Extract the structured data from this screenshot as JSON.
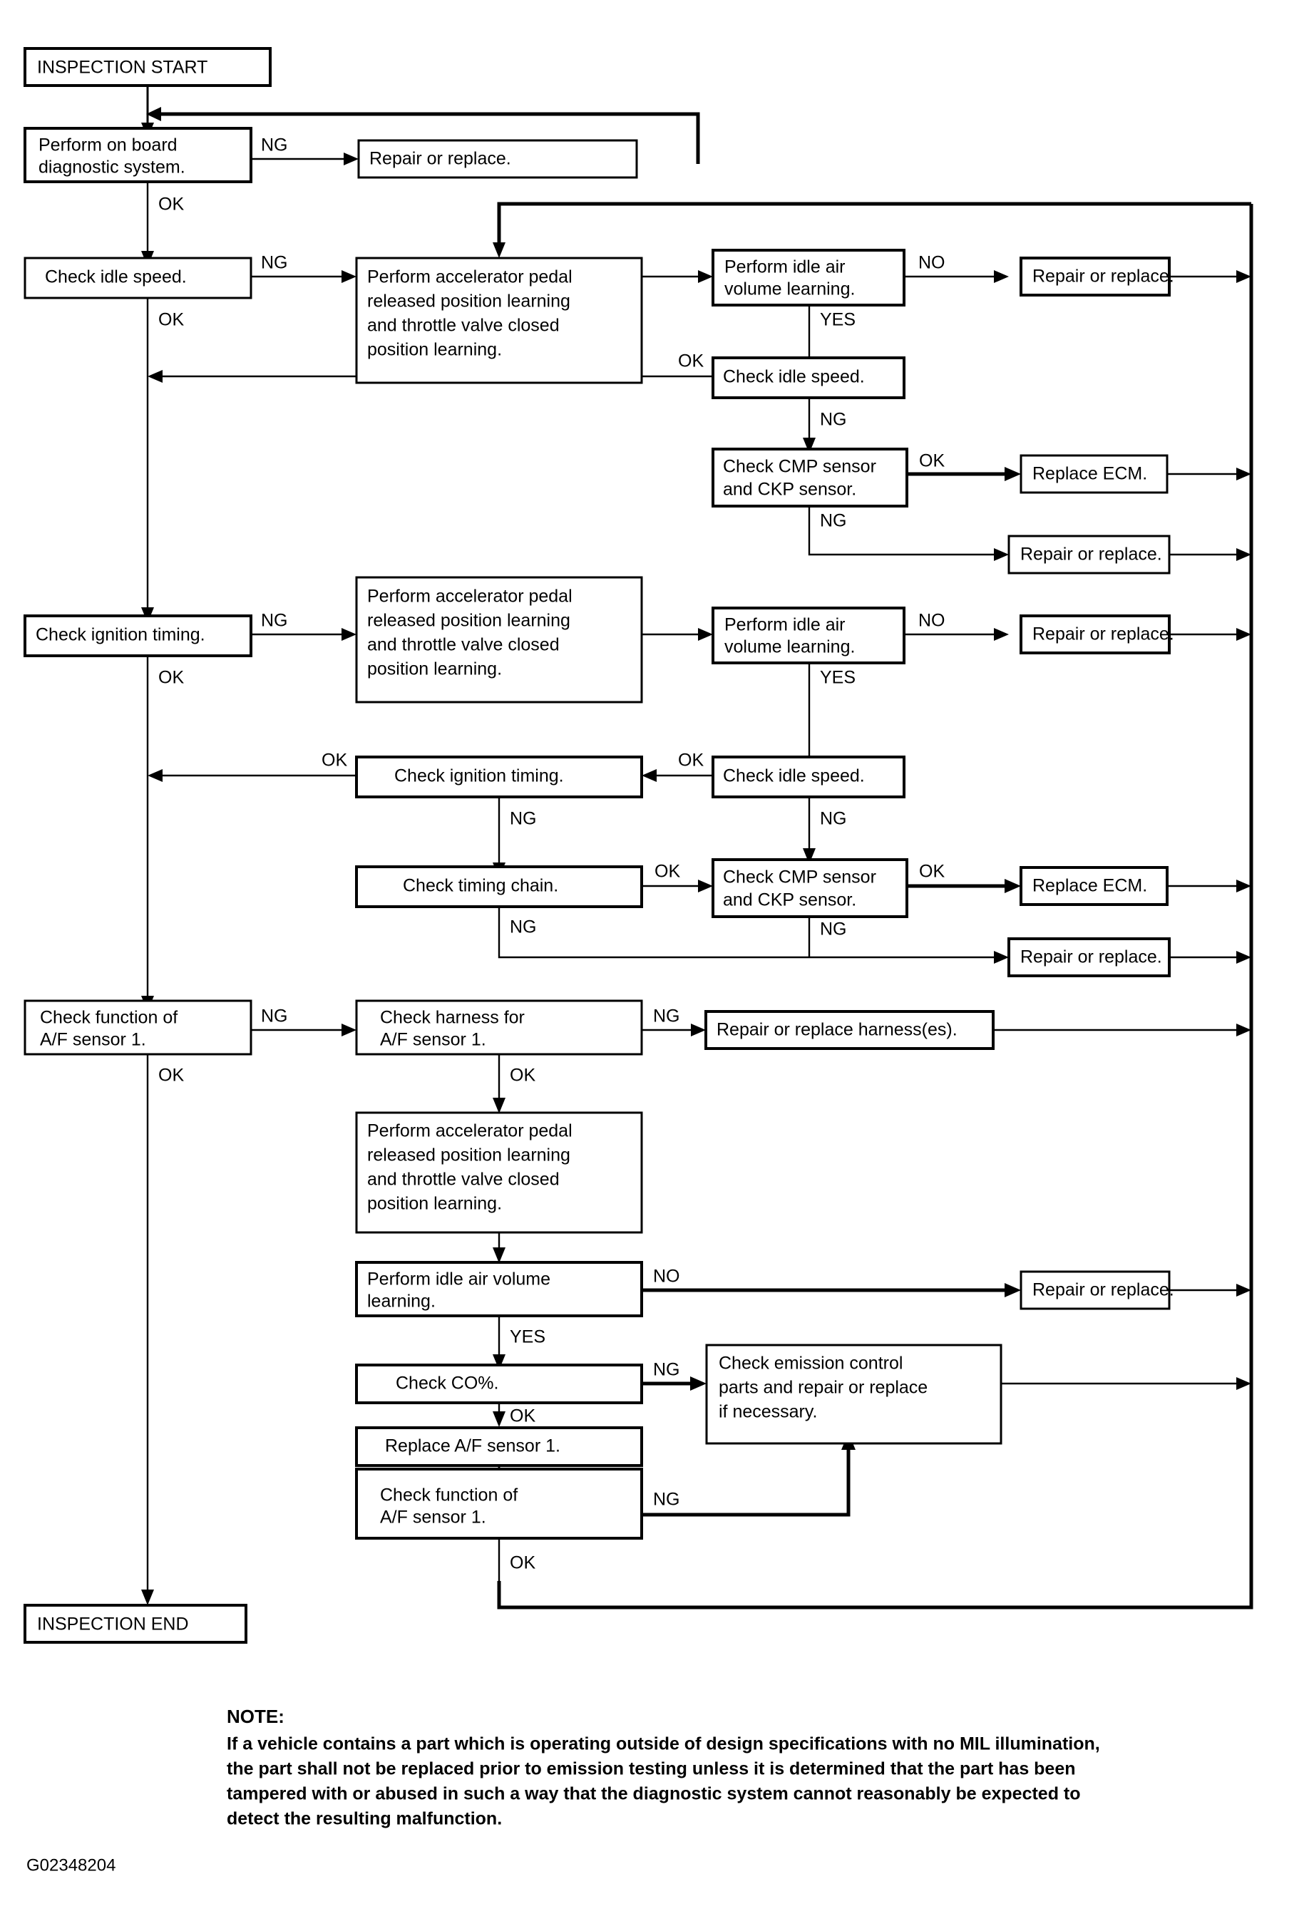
{
  "figure": {
    "id_label": "G02348204",
    "type": "flowchart",
    "title": "Inspection flow chart"
  },
  "nodes": {
    "start": {
      "label": "INSPECTION START"
    },
    "obd": {
      "line1": "Perform on board",
      "line2": "diagnostic system."
    },
    "repair_1": {
      "label": "Repair or replace."
    },
    "idle_speed_1": {
      "label": "Check idle speed."
    },
    "learn_1": {
      "line1": "Perform accelerator pedal",
      "line2": "released position learning",
      "line3": "and throttle valve closed",
      "line4": "position learning."
    },
    "iavl_1": {
      "line1": "Perform idle air",
      "line2": "volume learning."
    },
    "repair_2": {
      "label": "Repair or replace."
    },
    "idle_speed_2": {
      "label": "Check idle speed."
    },
    "cmp_ckp_1": {
      "line1": "Check CMP sensor",
      "line2": "and CKP sensor."
    },
    "ecm_1": {
      "label": "Replace ECM."
    },
    "repair_3": {
      "label": "Repair or replace."
    },
    "ign_timing_1": {
      "label": "Check ignition timing."
    },
    "learn_2": {
      "line1": "Perform accelerator pedal",
      "line2": "released position learning",
      "line3": "and throttle valve closed",
      "line4": "position learning."
    },
    "iavl_2": {
      "line1": "Perform idle air",
      "line2": "volume learning."
    },
    "repair_4": {
      "label": "Repair or replace."
    },
    "idle_speed_3": {
      "label": "Check idle speed."
    },
    "ign_timing_2": {
      "label": "Check ignition timing."
    },
    "timing_chain": {
      "label": "Check timing chain."
    },
    "cmp_ckp_2": {
      "line1": "Check CMP sensor",
      "line2": "and CKP sensor."
    },
    "ecm_2": {
      "label": "Replace ECM."
    },
    "repair_5": {
      "label": "Repair or replace."
    },
    "af_func_1": {
      "line1": "Check function of",
      "line2": "A/F sensor 1."
    },
    "af_harness": {
      "line1": "Check harness for",
      "line2": "A/F sensor 1."
    },
    "repair_harness": {
      "label": "Repair or replace harness(es)."
    },
    "learn_3": {
      "line1": "Perform accelerator pedal",
      "line2": "released position learning",
      "line3": "and throttle valve closed",
      "line4": "position learning."
    },
    "iavl_3": {
      "line1": "Perform idle air volume",
      "line2": "learning."
    },
    "repair_6": {
      "label": "Repair or replace."
    },
    "check_co": {
      "label": "Check CO%."
    },
    "emission": {
      "line1": "Check emission control",
      "line2": "parts and repair or replace",
      "line3": "if necessary."
    },
    "replace_af": {
      "label": "Replace A/F sensor 1."
    },
    "af_func_2": {
      "line1": "Check function of",
      "line2": "A/F sensor 1."
    },
    "end": {
      "label": "INSPECTION END"
    }
  },
  "edge_labels": {
    "obd_ng": "NG",
    "obd_ok": "OK",
    "idle1_ng": "NG",
    "idle1_ok": "OK",
    "iavl1_no": "NO",
    "iavl1_yes": "YES",
    "idle2_ok": "OK",
    "idle2_ng": "NG",
    "cmp1_ok": "OK",
    "cmp1_ng": "NG",
    "ign1_ng": "NG",
    "ign1_ok": "OK",
    "iavl2_no": "NO",
    "iavl2_yes": "YES",
    "idle3_ok": "OK",
    "idle3_ng": "NG",
    "ign2_ok": "OK",
    "ign2_ng": "NG",
    "chain_ok": "OK",
    "chain_ng": "NG",
    "cmp2_ok": "OK",
    "cmp2_ng": "NG",
    "af1_ng": "NG",
    "af1_ok": "OK",
    "harness_ng": "NG",
    "harness_ok": "OK",
    "iavl3_no": "NO",
    "iavl3_yes": "YES",
    "co_ng": "NG",
    "co_ok": "OK",
    "af2_ng": "NG",
    "af2_ok": "OK"
  },
  "note": {
    "heading": "NOTE:",
    "line1": "If a vehicle contains a part which is operating outside of design specifications with no MIL illumination,",
    "line2": "the part shall not be replaced prior to emission testing unless it is determined that the part has been",
    "line3": "tampered with or abused in such a way that the diagnostic system cannot reasonably be expected to",
    "line4": "detect the resulting malfunction."
  },
  "colors": {
    "line": "#000000",
    "box_fill": "#ffffff",
    "background": "#ffffff"
  }
}
